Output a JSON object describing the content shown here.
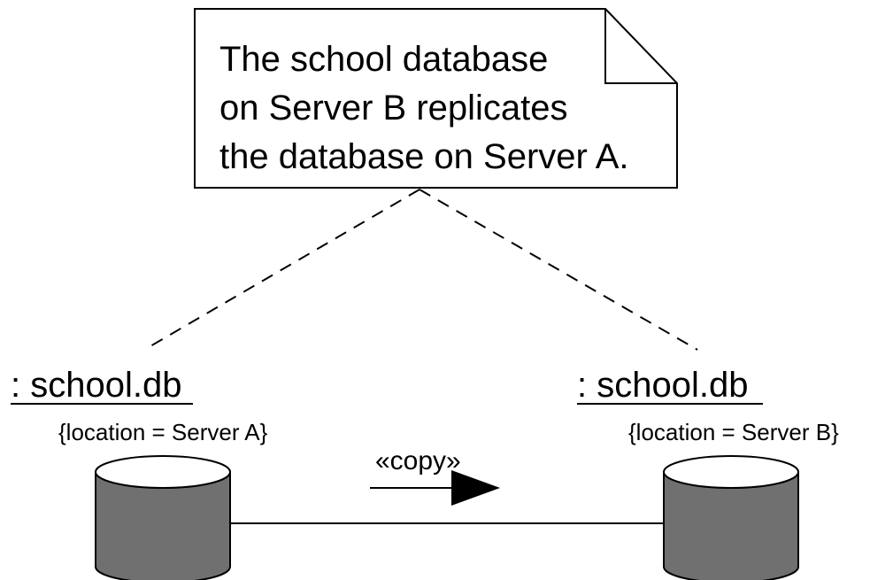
{
  "note": {
    "lines": [
      "The school database",
      "on Server B replicates",
      "the database on Server A."
    ]
  },
  "artifacts": [
    {
      "name": ": school.db",
      "constraint": "{location = Server A}"
    },
    {
      "name": ": school.db",
      "constraint": "{location = Server B}"
    }
  ],
  "dependency": {
    "stereotype": "«copy»"
  },
  "colors": {
    "cylinder_body": "#707070",
    "cylinder_top": "#ffffff",
    "stroke": "#000000"
  }
}
